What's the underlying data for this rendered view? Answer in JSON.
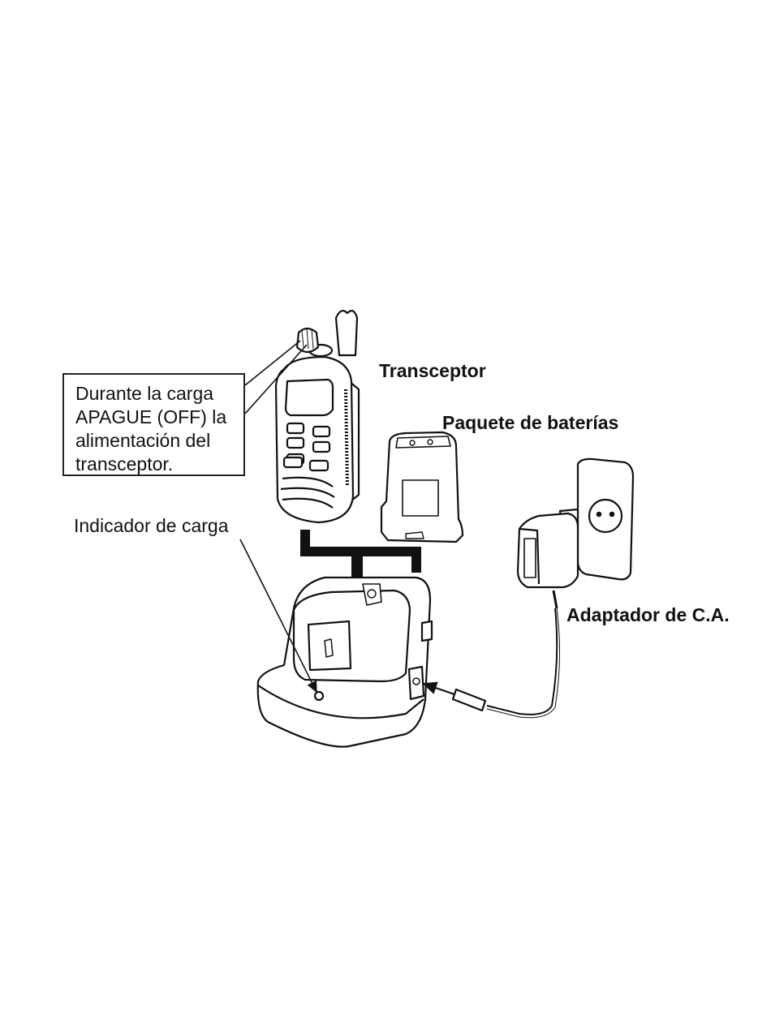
{
  "labels": {
    "transceptor": "Transceptor",
    "battery_pack": "Paquete de baterías",
    "ac_adapter": "Adaptador de C.A.",
    "charge_indicator": "Indicador de carga",
    "note_line1": "Durante la carga",
    "note_line2": "APAGUE (OFF) la",
    "note_line3": "alimentación del",
    "note_line4": "transceptor."
  }
}
